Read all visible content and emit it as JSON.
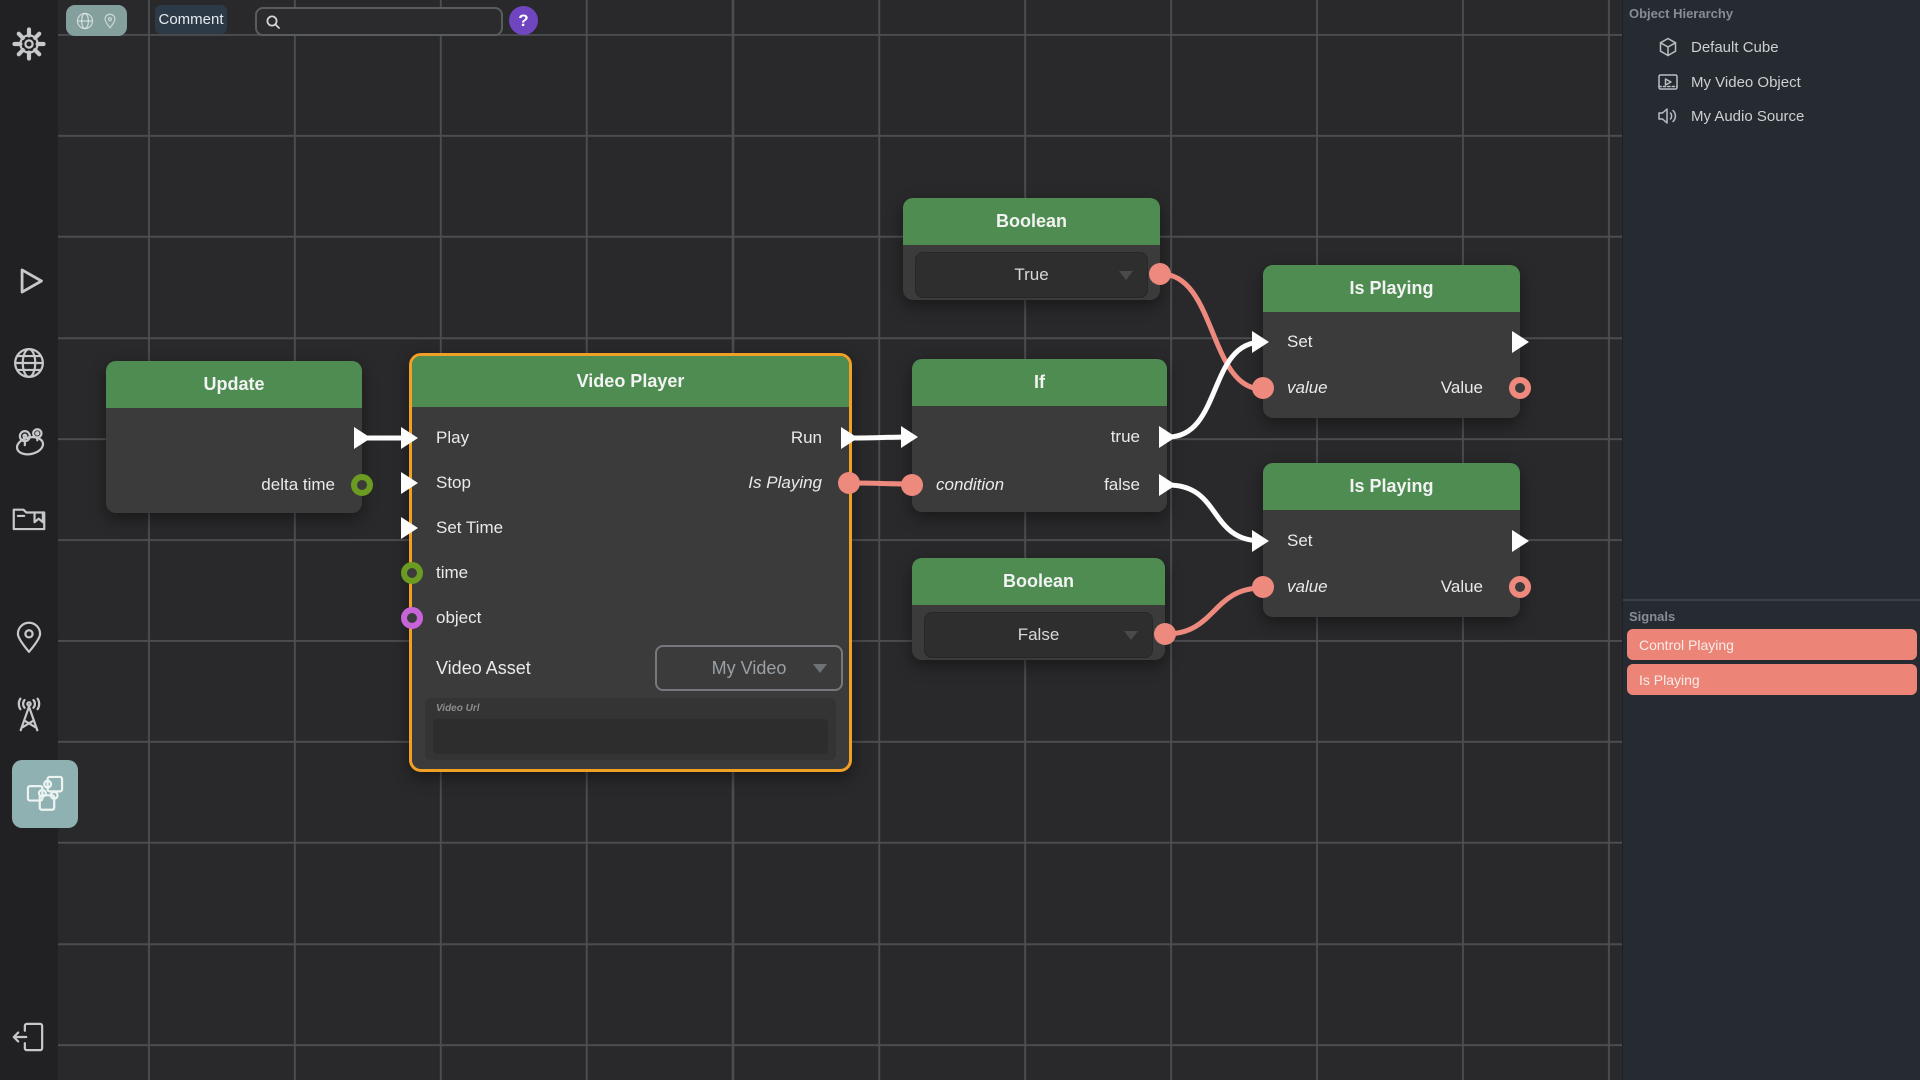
{
  "toolbar": {
    "comment_label": "Comment",
    "search_value": "",
    "help_label": "?",
    "mode_icons": [
      "globe",
      "location-pin"
    ]
  },
  "sidebar": {
    "icons": [
      "gear",
      "play",
      "globe",
      "users",
      "folder",
      "location-pin",
      "antenna",
      "puzzle",
      "exit"
    ],
    "active_icon": "puzzle"
  },
  "canvas": {
    "nodes": {
      "update": {
        "title": "Update",
        "outputs": {
          "exec": "",
          "delta_time": "delta time"
        }
      },
      "video_player": {
        "title": "Video Player",
        "selected": true,
        "inputs": {
          "play": "Play",
          "stop": "Stop",
          "set_time": "Set Time",
          "time": "time",
          "object": "object"
        },
        "outputs": {
          "run": "Run",
          "is_playing": "Is Playing"
        },
        "video_asset_label": "Video Asset",
        "video_asset_value": "My Video",
        "video_url_label": "Video Url",
        "video_url_value": ""
      },
      "boolean_true": {
        "title": "Boolean",
        "value": "True"
      },
      "if_node": {
        "title": "If",
        "inputs": {
          "condition": "condition"
        },
        "outputs": {
          "true_branch": "true",
          "false_branch": "false"
        }
      },
      "boolean_false": {
        "title": "Boolean",
        "value": "False"
      },
      "is_playing_top": {
        "title": "Is Playing",
        "set_label": "Set",
        "value_in": "value",
        "value_out": "Value"
      },
      "is_playing_bottom": {
        "title": "Is Playing",
        "set_label": "Set",
        "value_in": "value",
        "value_out": "Value"
      }
    },
    "connections": [
      "update.exec -> video_player.play",
      "video_player.run -> if_node.exec",
      "video_player.is_playing -> if_node.condition",
      "boolean_true.value -> is_playing_top.value",
      "if_node.true -> is_playing_top.set",
      "if_node.false -> is_playing_bottom.set",
      "boolean_false.value -> is_playing_bottom.value"
    ]
  },
  "panel": {
    "hierarchy": {
      "title": "Object Hierarchy",
      "items": [
        {
          "icon": "cube",
          "label": "Default Cube"
        },
        {
          "icon": "video",
          "label": "My Video Object"
        },
        {
          "icon": "audio",
          "label": "My Audio Source"
        }
      ]
    },
    "signals": {
      "title": "Signals",
      "items": [
        {
          "label": "Control Playing"
        },
        {
          "label": "Is Playing"
        }
      ]
    }
  },
  "colors": {
    "node_header_green": "#4e8c52",
    "node_body": "#3b3b3b",
    "selection_orange": "#f0a125",
    "signal_salmon": "#ed8478",
    "exec_white": "#fcfcfc",
    "data_green": "#6b9b21",
    "data_purple": "#c765d8",
    "help_purple": "#6f46c0",
    "active_teal": "#8fb1b2",
    "canvas_bg": "#29292b",
    "grid_line": "#4b4d50",
    "panel_bg": "#262b32"
  }
}
